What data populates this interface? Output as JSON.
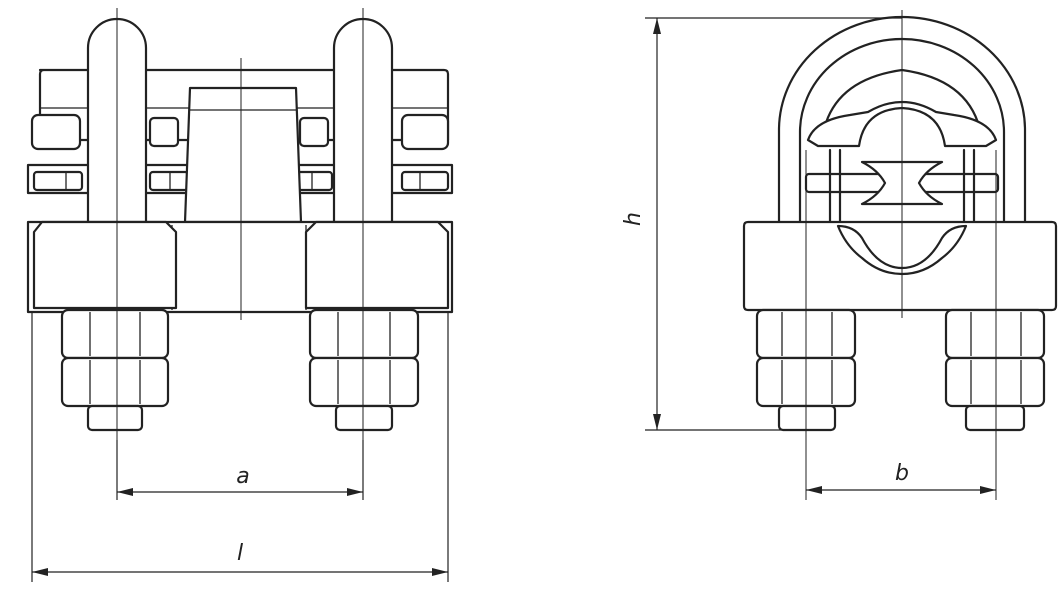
{
  "dimensions": {
    "a": "a",
    "l": "l",
    "h": "h",
    "b": "b"
  }
}
